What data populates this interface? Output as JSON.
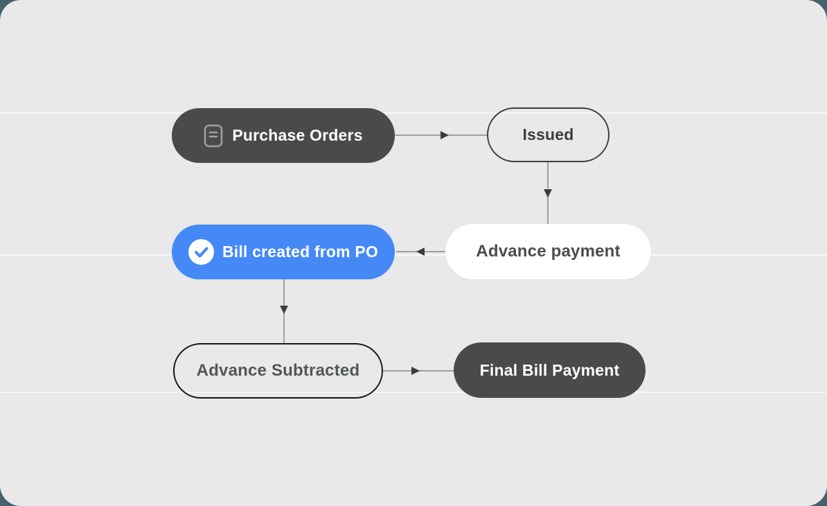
{
  "diagram": {
    "nodes": [
      {
        "label": "Purchase Orders",
        "style": "dark",
        "icon": "document-icon"
      },
      {
        "label": "Issued",
        "style": "outline",
        "icon": null
      },
      {
        "label": "Advance payment",
        "style": "white",
        "icon": null
      },
      {
        "label": "Bill created from PO",
        "style": "blue",
        "icon": "check-circle-icon"
      },
      {
        "label": "Advance Subtracted",
        "style": "outline-dark",
        "icon": null
      },
      {
        "label": "Final Bill Payment",
        "style": "dark",
        "icon": null
      }
    ],
    "edges": [
      {
        "from": "Purchase Orders",
        "to": "Issued",
        "direction": "right"
      },
      {
        "from": "Issued",
        "to": "Advance payment",
        "direction": "down"
      },
      {
        "from": "Advance payment",
        "to": "Bill created from PO",
        "direction": "left"
      },
      {
        "from": "Bill created from PO",
        "to": "Advance Subtracted",
        "direction": "down"
      },
      {
        "from": "Advance Subtracted",
        "to": "Final Bill Payment",
        "direction": "right"
      }
    ],
    "colors": {
      "canvas_background": "#e8e9e8",
      "backdrop": "#47616e",
      "gridline": "#f5f7f6",
      "dark_pill": "#4a4a4a",
      "blue_pill": "#4489f5",
      "white_pill": "#ffffff",
      "outline_border": "#3c3f41",
      "outline_dark_border": "#161616",
      "edge_line": "#a0a0a0",
      "edge_arrowhead": "#3c3c3c",
      "text_on_dark": "#ffffff",
      "text_on_light": "#4a4d4f"
    }
  }
}
